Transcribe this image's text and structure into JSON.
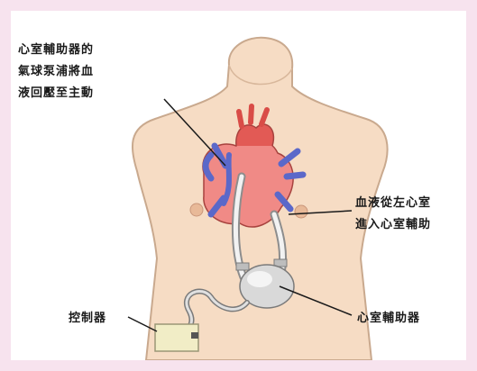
{
  "labels": {
    "top_left": [
      "心室輔助器的",
      "氣球泵浦將血",
      "液回壓至主動"
    ],
    "right_upper": [
      "血液從左心室",
      "進入心室輔助"
    ],
    "right_lower": "心室輔助器",
    "controller": "控制器"
  }
}
